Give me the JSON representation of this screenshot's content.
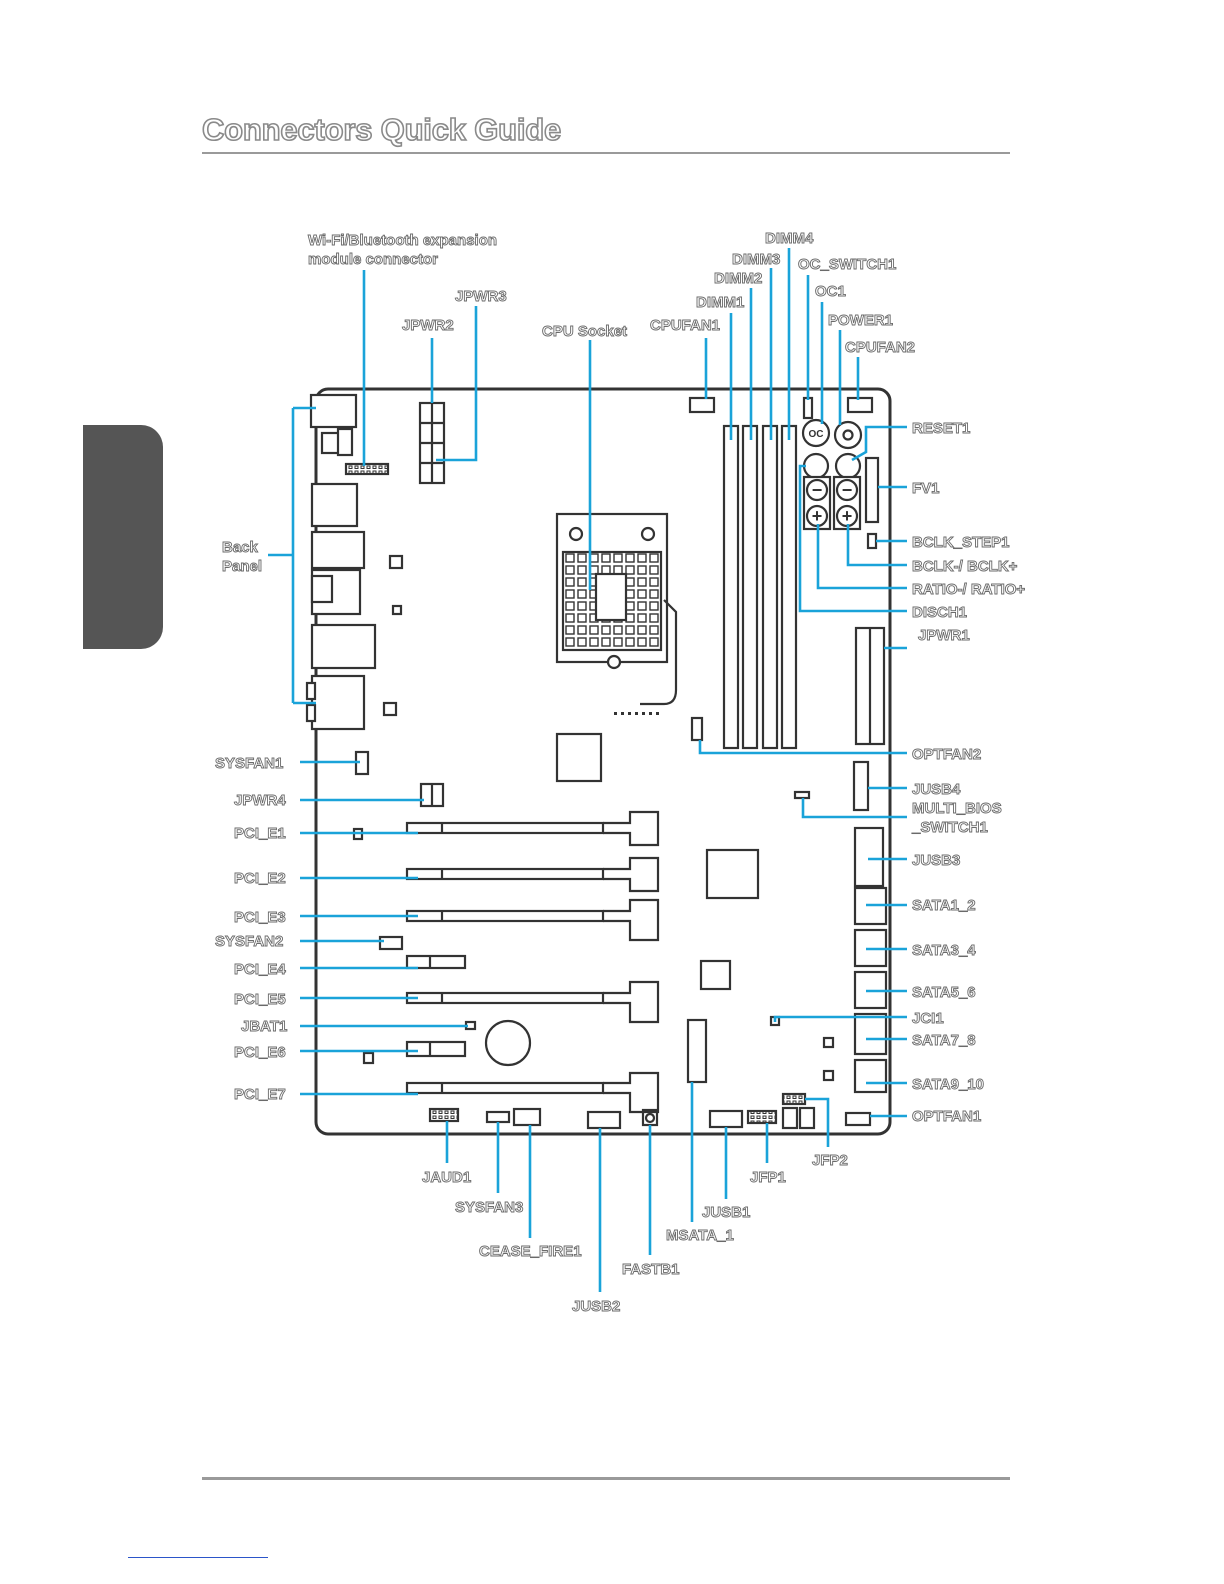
{
  "page": {
    "title": "Connectors Quick Guide"
  },
  "diagram": {
    "labels": {
      "wifi": "Wi-Fi/Bluetooth expansion",
      "wifi2": "module connector",
      "jpwr3": "JPWR3",
      "jpwr2": "JPWR2",
      "cpu_socket": "CPU Socket",
      "cpufan1": "CPUFAN1",
      "dimm1": "DIMM1",
      "dimm2": "DIMM2",
      "dimm3": "DIMM3",
      "dimm4": "DIMM4",
      "oc_switch1": "OC_SWITCH1",
      "oc1": "OC1",
      "power1": "POWER1",
      "cpufan2": "CPUFAN2",
      "reset1": "RESET1",
      "fv1": "FV1",
      "bclk_step1": "BCLK_STEP1",
      "bclk": "BCLK-/ BCLK+",
      "ratio": "RATIO-/ RATIO+",
      "disch1": "DISCH1",
      "jpwr1": "JPWR1",
      "optfan2": "OPTFAN2",
      "jusb4": "JUSB4",
      "multi_bios": "MULTI_BIOS",
      "multi_bios2": "_SWITCH1",
      "jusb3": "JUSB3",
      "sata1_2": "SATA1_2",
      "sata3_4": "SATA3_4",
      "sata5_6": "SATA5_6",
      "jci1": "JCI1",
      "sata7_8": "SATA7_8",
      "sata9_10": "SATA9_10",
      "optfan1": "OPTFAN1",
      "back_panel": "Back",
      "back_panel2": "Panel",
      "sysfan1": "SYSFAN1",
      "jpwr4": "JPWR4",
      "pci_e1": "PCI_E1",
      "pci_e2": "PCI_E2",
      "pci_e3": "PCI_E3",
      "sysfan2": "SYSFAN2",
      "pci_e4": "PCI_E4",
      "pci_e5": "PCI_E5",
      "jbat1": "JBAT1",
      "pci_e6": "PCI_E6",
      "pci_e7": "PCI_E7",
      "jaud1": "JAUD1",
      "sysfan3": "SYSFAN3",
      "cease_fire1": "CEASE_FIRE1",
      "jusb2": "JUSB2",
      "fastb1": "FASTB1",
      "msata_1": "MSATA_1",
      "jusb1": "JUSB1",
      "jfp1": "JFP1",
      "jfp2": "JFP2"
    },
    "button_marks": {
      "oc": "OC",
      "minus": "−",
      "plus": "+"
    },
    "colors": {
      "leader": "#1aa3d9",
      "board": "#333333",
      "label": "#555555"
    }
  }
}
